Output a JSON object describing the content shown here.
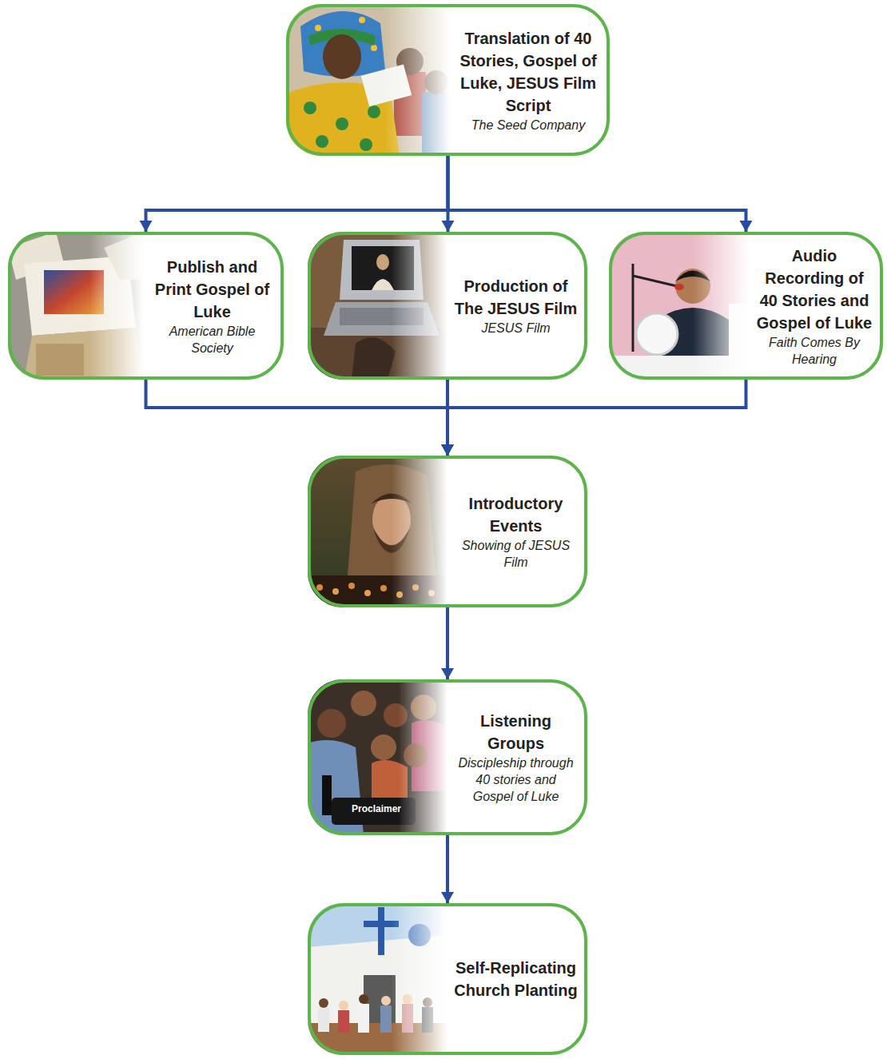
{
  "diagram": {
    "nodes": [
      {
        "text": [
          "Translation of 40 Stories, Gospel of Luke, JESUS Film Script",
          "The Seed Company"
        ]
      },
      {
        "text": [
          "Publish and Print Gospel of Luke",
          "American Bible Society"
        ]
      },
      {
        "text": [
          "Production of The JESUS Film",
          "JESUS Film"
        ]
      },
      {
        "text": [
          "Audio Recording of 40 Stories and Gospel of Luke",
          "Faith Comes By Hearing"
        ]
      },
      {
        "text": [
          "Introductory Events",
          "Showing of JESUS Film"
        ]
      },
      {
        "text": [
          "Listening Groups",
          "Discipleship through 40 stories and Gospel of Luke"
        ]
      },
      {
        "text": [
          "Self-Replicating Church Planting"
        ]
      }
    ],
    "edges": [
      {
        "from": 0,
        "to": 1,
        "arrow": "to"
      },
      {
        "from": 0,
        "to": 2,
        "arrow": "to"
      },
      {
        "from": 0,
        "to": 3,
        "arrow": "to"
      },
      {
        "from": 1,
        "to": 4,
        "arrow": "to"
      },
      {
        "from": 2,
        "to": 4,
        "arrow": "to"
      },
      {
        "from": 3,
        "to": 4,
        "arrow": "to"
      },
      {
        "from": 4,
        "to": 5,
        "arrow": "to"
      },
      {
        "from": 5,
        "to": 6,
        "arrow": "to"
      }
    ],
    "labels": [
      "Proclaimer"
    ]
  }
}
